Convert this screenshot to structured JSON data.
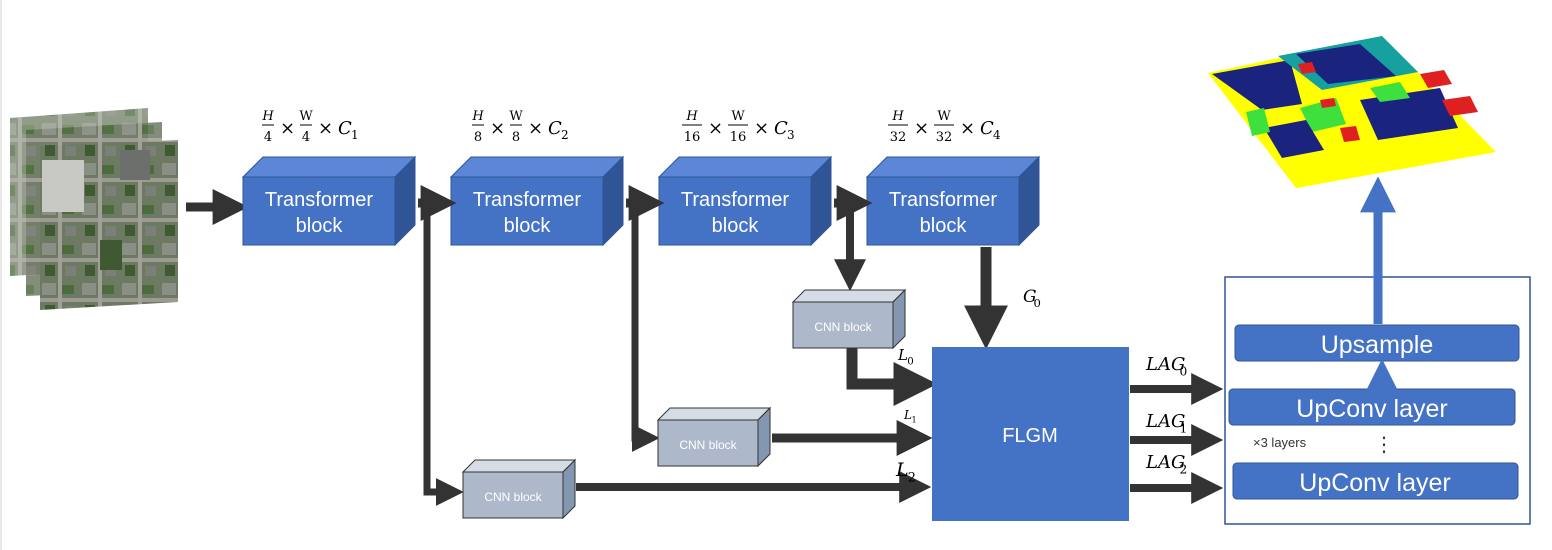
{
  "blocks": {
    "transformer_line1": "Transformer",
    "transformer_line2": "block",
    "cnn": "CNN block",
    "flgm": "FLGM"
  },
  "dims": [
    {
      "num": "H",
      "den": "4",
      "w_num": "W",
      "w_den": "4",
      "times": "×",
      "c": "C",
      "c_sub": "1"
    },
    {
      "num": "H",
      "den": "8",
      "w_num": "W",
      "w_den": "8",
      "times": "×",
      "c": "C",
      "c_sub": "2"
    },
    {
      "num": "H",
      "den": "16",
      "w_num": "W",
      "w_den": "16",
      "times": "×",
      "c": "C",
      "c_sub": "3"
    },
    {
      "num": "H",
      "den": "32",
      "w_num": "W",
      "w_den": "32",
      "times": "×",
      "c": "C",
      "c_sub": "4"
    }
  ],
  "signals": {
    "g0": {
      "base": "G",
      "sub": "0"
    },
    "l0": {
      "base": "L",
      "sub": "0"
    },
    "l1": {
      "base": "L",
      "sub": "1"
    },
    "l2": {
      "base": "L",
      "sub": "2"
    },
    "lag0": {
      "base": "LAG",
      "sub": "0"
    },
    "lag1": {
      "base": "LAG",
      "sub": "1"
    },
    "lag2": {
      "base": "LAG",
      "sub": "2"
    }
  },
  "decoder": {
    "upsample": "Upsample",
    "upconv": "UpConv layer",
    "repeat_note": "×3 layers",
    "ellipsis": "⋮"
  },
  "colors": {
    "block_front": "#4472c4",
    "block_top": "#5b87d6",
    "block_side": "#2f5597",
    "cnn_front": "#adb9ca",
    "cnn_top": "#d6dce5",
    "cnn_side": "#8497b0",
    "arrow": "#333333",
    "blue_arrow": "#4472c4"
  }
}
